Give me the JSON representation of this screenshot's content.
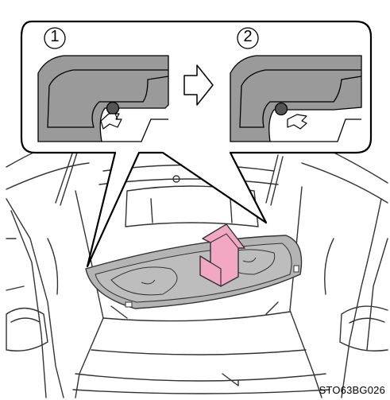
{
  "callout": {
    "step1": {
      "number": "1"
    },
    "step2": {
      "number": "2"
    }
  },
  "figure_code": "STO63BG026",
  "icons": {
    "step_arrow": "right-outline-arrow-icon",
    "lift_arrow": "pink-up-arrow-icon"
  },
  "colors": {
    "callout_border": "#000000",
    "cover_fill": "#b4b4b4",
    "trim_fill": "#9a9a9a",
    "lift_arrow": "#f2a7c3",
    "line_art": "#333333"
  }
}
